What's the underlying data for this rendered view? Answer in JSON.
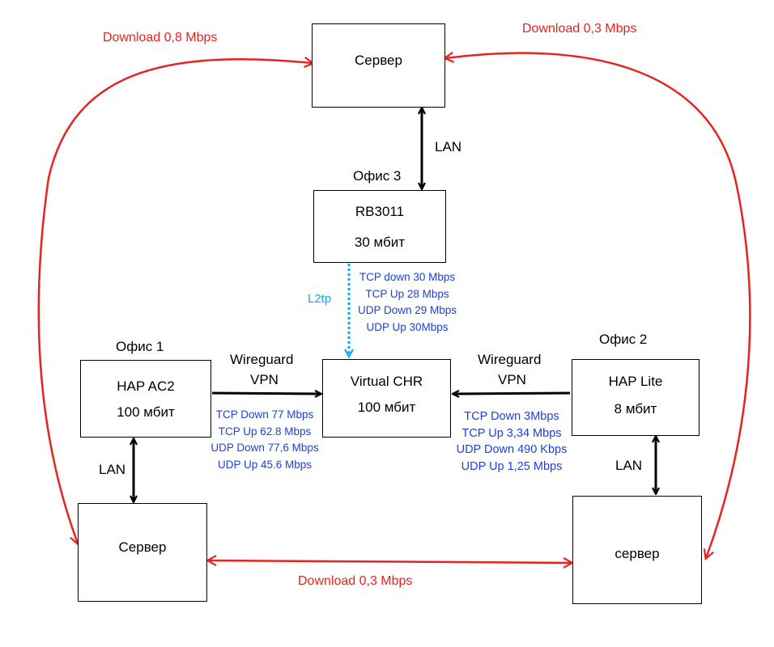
{
  "nodes": {
    "server_top": {
      "label": "Сервер"
    },
    "rb3011": {
      "office": "Офис 3",
      "model": "RB3011",
      "speed": "30 мбит"
    },
    "hap_ac2": {
      "office": "Офис 1",
      "model": "HAP AC2",
      "speed": "100 мбит"
    },
    "virtual_chr": {
      "model": "Virtual CHR",
      "speed": "100 мбит"
    },
    "hap_lite": {
      "office": "Офис 2",
      "model": "HAP Lite",
      "speed": "8 мбит"
    },
    "server_left": {
      "label": "Сервер"
    },
    "server_right": {
      "label": "сервер"
    }
  },
  "links": {
    "lan_top": "LAN",
    "lan_left": "LAN",
    "lan_right": "LAN",
    "l2tp": "L2tp",
    "wg_left": {
      "line1": "Wireguard",
      "line2": "VPN"
    },
    "wg_right": {
      "line1": "Wireguard",
      "line2": "VPN"
    }
  },
  "downloads": {
    "top_left": "Download 0,8 Mbps",
    "top_right": "Download 0,3 Mbps",
    "bottom": "Download 0,3 Mbps"
  },
  "stats": {
    "rb3011": [
      "TCP down 30 Mbps",
      "TCP Up 28 Mbps",
      "UDP Down 29 Mbps",
      "UDP Up 30Mbps"
    ],
    "hap_ac2": [
      "TCP Down 77 Mbps",
      "TCP Up 62.8 Mbps",
      "UDP Down 77,6 Mbps",
      "UDP Up 45.6 Mbps"
    ],
    "hap_lite": [
      "TCP Down 3Mbps",
      "TCP Up 3,34 Mbps",
      "UDP Down 490 Kbps",
      "UDP Up 1,25 Mbps"
    ]
  },
  "colors": {
    "download_arrow": "#e8231f",
    "stats_text": "#1f3fe0",
    "l2tp": "#1aa3e8",
    "lines": "#000000"
  }
}
